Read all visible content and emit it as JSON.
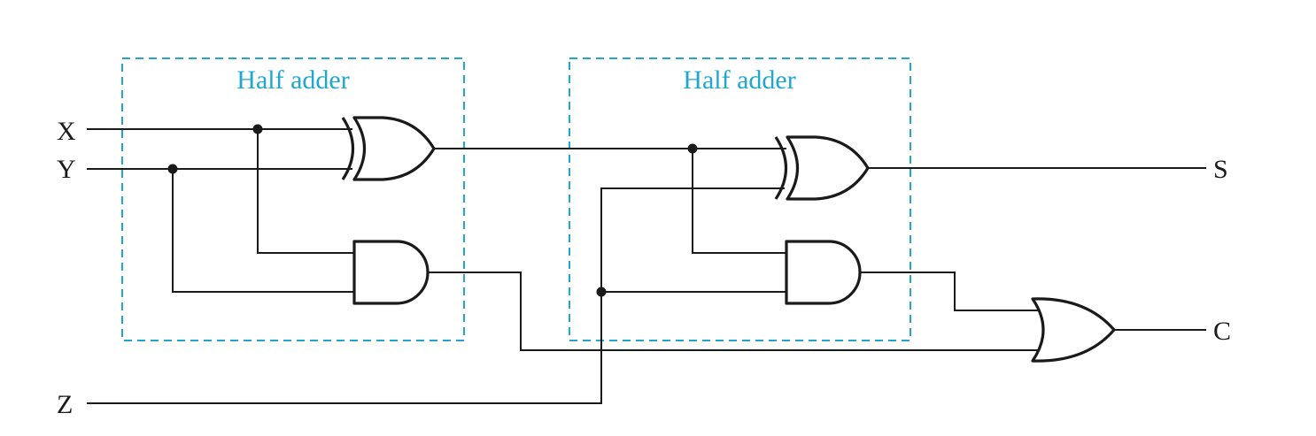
{
  "blocks": [
    {
      "label": "Half adder"
    },
    {
      "label": "Half adder"
    }
  ],
  "inputs": {
    "x": "X",
    "y": "Y",
    "z": "Z"
  },
  "outputs": {
    "s": "S",
    "c": "C"
  },
  "colors": {
    "block_outline": "#1fa7cf",
    "wire": "#1a1a1a"
  }
}
